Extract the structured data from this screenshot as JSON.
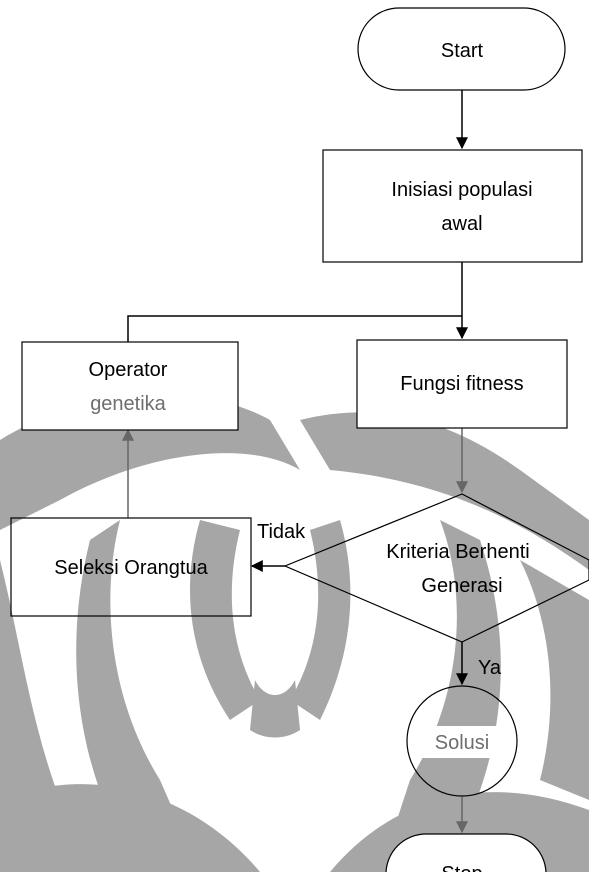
{
  "nodes": {
    "start": "Start",
    "init_line1": "Inisiasi populasi",
    "init_line2": "awal",
    "fitness": "Fungsi fitness",
    "operator_line1": "Operator",
    "operator_line2": "genetika",
    "criteria_line1": "Kriteria Berhenti",
    "criteria_line2": "Generasi",
    "selection": "Seleksi Orangtua",
    "solution": "Solusi",
    "stop": "Stop"
  },
  "edges": {
    "no_label": "Tidak",
    "yes_label": "Ya"
  },
  "colors": {
    "watermark": "#a6a6a6",
    "line": "#000000",
    "gray_text": "#6e6e6e"
  }
}
